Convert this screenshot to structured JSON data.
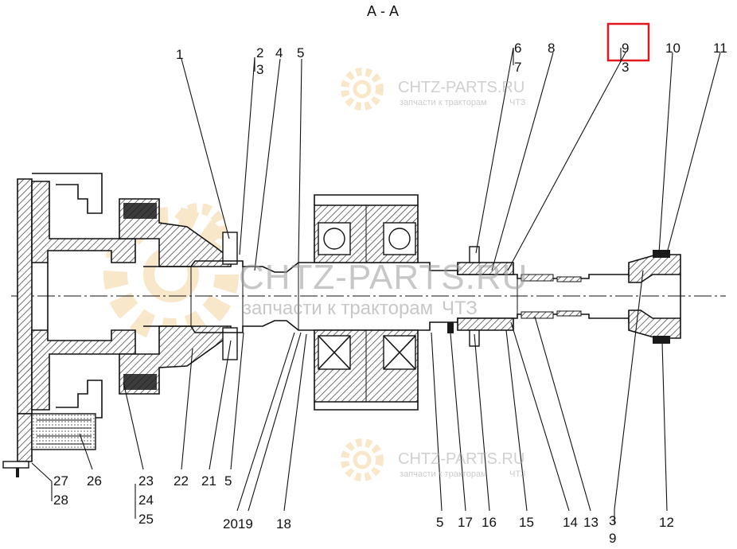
{
  "title": "А - А",
  "highlight_label": "9",
  "watermarks": {
    "brand": "CHTZ-PARTS.RU",
    "tagline": "запчасти к тракторам",
    "tagline_suffix": "ЧТЗ"
  },
  "labels": {
    "l1": "1",
    "l2": "2",
    "l3a": "3",
    "l4": "4",
    "l5a": "5",
    "l6": "6",
    "l7": "7",
    "l8": "8",
    "l9": "9",
    "l3b": "3",
    "l10": "10",
    "l11": "11",
    "l27": "27",
    "l28": "28",
    "l26": "26",
    "l23": "23",
    "l24": "24",
    "l25": "25",
    "l22": "22",
    "l21": "21",
    "l5b": "5",
    "l2019": "2019",
    "l18": "18",
    "l5c": "5",
    "l17": "17",
    "l16": "16",
    "l15": "15",
    "l14": "14",
    "l13": "13",
    "l3c": "3",
    "l9b": "9",
    "l12": "12"
  },
  "colors": {
    "highlight": "#e3161b",
    "watermark_gear": "#f2c98a",
    "line": "#111111"
  }
}
